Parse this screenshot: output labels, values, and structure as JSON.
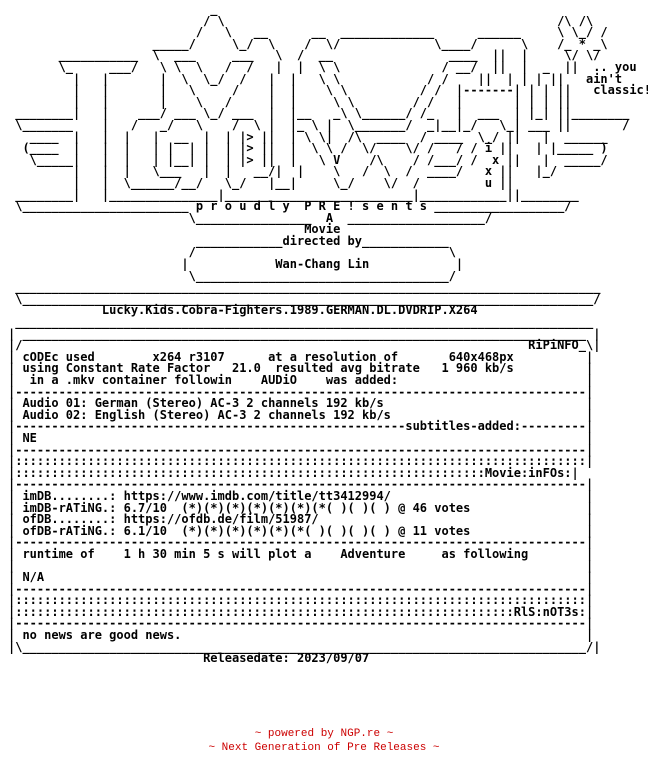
{
  "release": {
    "nfo_text": "                            _\n                           / \\                                              /\\ /\\\n                          /   \\   __      __  _____________      ______     \\ \\_/ /\n                    _____/     \\_/  \\    /  \\/             \\____/      \\    /_ * _\\\n       ___________  \\  ___     ___   \\  /  __                ____  ||  |     \\/ \\/\n       \\_     ___/   \\ \\  \\   /  /   |  |  \\ \\              / __/  ||  |  _  ||  .. you\n         |   |       |  \\  \\_/  /   |  |   \\ \\            / /    ||  | | | ||   ain't\n         |   |       |   \\     /    |  |    \\ \\          / /  |-------| | | ||   classic!\n         |   |       |    \\   /     |  |     \\ \\        / /   |       | | | ||\n ________|   |    ___/ ___ \\_/ ___  |  |__   _\\ \\______/ /_   |  ___  | |_| ||________\n \\_______    |   /   _/   \\    /  \\ |  |_ \\ |  \\_______/  _|__|_/   \\_| ___ ||       /\n   ____  |   |  |   |  __  |  | |> ||  | \\ \\|  /\\  ____  / ____  \\_/ ||   |  ______\n  (____  |   |  |   | |  | |  | |> ||  |  \\ \\ /  \\/    \\/ /   / / i ||   | |_____ )\n   \\_____|   |  |   | |__| |  | |> ||  |   \\ V    /\\    / /___/ /  x ||   |  _____/\n         |   |  |   \\___   |  |   __/|  |    \\   /  \\  /  ____/   x ||   |_/\n         |   |  \\______/__/   \\_/   |__|     \\_/    \\/  /         u ||\n ________|   |_______________|__________________________|____________||________\n \\_______________________ p r o u d l y  P R E ! s e n t s __________________/\n                         \\________________  A  ___________________/\n                                         Movie\n                          ____________directed by____________\n                         /                                   \\\n                        |            Wan-Chang Lin            |\n                         \\___________________________________/\n _________________________________________________________________________________\n \\_______________________________________________________________________________/\n             Lucky.Kids.Cobra-Fighters.1989.GERMAN.DL.DVDRIP.X264\n ________________________________________________________________________________\n| ______________________________________________________________________________ |\n|/                                                                      RiPiNFO_\\|\n| cODEc used        x264 r3107      at a resolution of       640x468px          |\n| using Constant Rate Factor   21.0  resulted avg bitrate   1 960 kb/s          |\n|  in a .mkv container followin    AUDiO    was added:                          |\n|-------------------------------------------------------------------------------|\n| Audio 01: German (Stereo) AC-3 2 channels 192 kb/s                            |\n| Audio 02: English (Stereo) AC-3 2 channels 192 kb/s                           |\n|------------------------------------------------------subtitles-added:---------|\n| NE                                                                            |\n|-------------------------------------------------------------------------------|\n|:::::::::::::::::::::::::::::::::::::::::::::::::::::::::::::::::::::::::::::::|\n|:::::::::::::::::::::::::::::::::::::::::::::::::::::::::::::::::Movie:inFOs:|\n|-------------------------------------------------------------------------------|\n| imDB........: https://www.imdb.com/title/tt3412994/                           |\n| imDB-rATiNG.: 6.7/10  (*)(*)(*)(*)(*)(*)(*( )( )( ) @ 46 votes                |\n| ofDB........: https://ofdb.de/film/51987/                                     |\n| ofDB-rATiNG.: 6.1/10  (*)(*)(*)(*)(*)(*( )( )( )( ) @ 11 votes                |\n|-------------------------------------------------------------------------------|\n| runtime of    1 h 30 min 5 s will plot a    Adventure     as following        |\n|                                                                               |\n| N/A                                                                           |\n|-------------------------------------------------------------------------------|\n|:::::::::::::::::::::::::::::::::::::::::::::::::::::::::::::::::::::::::::::::|\n|:::::::::::::::::::::::::::::::::::::::::::::::::::::::::::::::::::::RlS:nOT3s:|\n|-------------------------------------------------------------------------------|\n| no news are good news.                                                        |\n|\\______________________________________________________________________________/|\n                           Releasedate: 2023/09/07"
  },
  "footer": {
    "line1": "~ powered by NGP.re ~",
    "line2": "~ Next Generation of Pre Releases ~"
  },
  "colors": {
    "text": "#000000",
    "footer": "#cc0000",
    "background": "#ffffff"
  }
}
